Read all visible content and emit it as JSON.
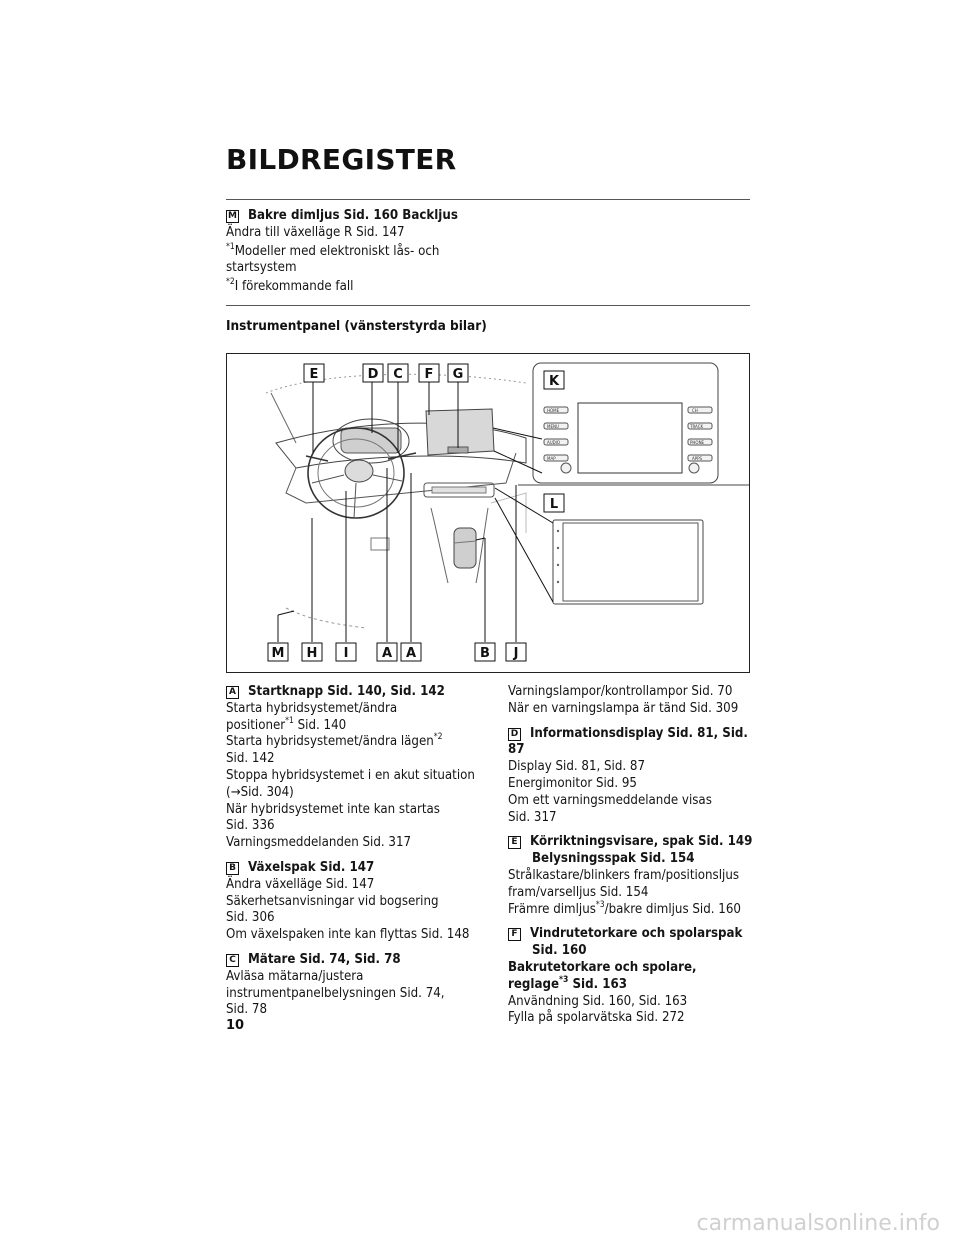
{
  "page": {
    "title": "BILDREGISTER",
    "section_title": "Instrumentpanel (vänsterstyrda bilar)",
    "page_number": "10",
    "watermark": "carmanualsonline.info"
  },
  "top_block": {
    "m_heading": "Bakre dimljus Sid. 160 Backljus",
    "m_line1": "Ändra till växelläge R Sid. 147",
    "fn1_mark": "*1",
    "fn1_text1": "Modeller med elektroniskt lås- och",
    "fn1_text2": "startsystem",
    "fn2_mark": "*2",
    "fn2_text": "I förekommande fall"
  },
  "figure": {
    "labels": [
      "E",
      "D",
      "C",
      "F",
      "G",
      "K",
      "L",
      "M",
      "H",
      "I",
      "A",
      "A",
      "B",
      "J"
    ],
    "screen_buttons_left": [
      "HOME",
      "MENU",
      "AUDIO",
      "MAP"
    ],
    "screen_buttons_right": [
      "CH",
      "TRACK",
      "PHONE",
      "APPS"
    ]
  },
  "items": {
    "A": {
      "badge": "A",
      "heading": "Startknapp Sid. 140, Sid. 142",
      "l1": "Starta hybridsystemet/ändra",
      "l2a": "positioner",
      "l2sup": "*1",
      "l2b": " Sid. 140",
      "l3a": "Starta hybridsystemet/ändra lägen",
      "l3sup": "*2",
      "l4": "Sid. 142",
      "l5": "Stoppa hybridsystemet i en akut situation",
      "l6": "(→Sid. 304)",
      "l7": "När hybridsystemet inte kan startas",
      "l8": "Sid. 336",
      "l9": "Varningsmeddelanden Sid. 317"
    },
    "B": {
      "badge": "B",
      "heading": "Växelspak Sid. 147",
      "l1": "Ändra växelläge Sid. 147",
      "l2": "Säkerhetsanvisningar vid bogsering",
      "l3": "Sid. 306",
      "l4": "Om växelspaken inte kan flyttas Sid. 148"
    },
    "C": {
      "badge": "C",
      "heading": "Mätare Sid. 74, Sid. 78",
      "l1": "Avläsa mätarna/justera",
      "l2": "instrumentpanelbelysningen Sid. 74,",
      "l3": "Sid. 78",
      "l4": "Varningslampor/kontrollampor Sid. 70",
      "l5": "När en varningslampa är tänd Sid. 309"
    },
    "D": {
      "badge": "D",
      "heading": "Informationsdisplay Sid. 81, Sid. 87",
      "l1": "Display Sid. 81, Sid. 87",
      "l2": "Energimonitor Sid. 95",
      "l3": "Om ett varningsmeddelande visas",
      "l4": "Sid. 317"
    },
    "E": {
      "badge": "E",
      "heading1": "Körriktningsvisare, spak Sid. 149",
      "heading2": "Belysningsspak Sid. 154",
      "l1": "Strålkastare/blinkers fram/positionsljus",
      "l2": "fram/varselljus Sid. 154",
      "l3a": "Främre dimljus",
      "l3sup": "*3",
      "l3b": "/bakre dimljus Sid. 160"
    },
    "F": {
      "badge": "F",
      "heading1": "Vindrutetorkare och spolarspak",
      "heading2": "Sid. 160",
      "sub1": "Bakrutetorkare och spolare,",
      "sub2a": "reglage",
      "sub2sup": "*3",
      "sub2b": " Sid. 163",
      "l1": "Användning Sid. 160, Sid. 163",
      "l2": "Fylla på spolarvätska Sid. 272"
    }
  }
}
